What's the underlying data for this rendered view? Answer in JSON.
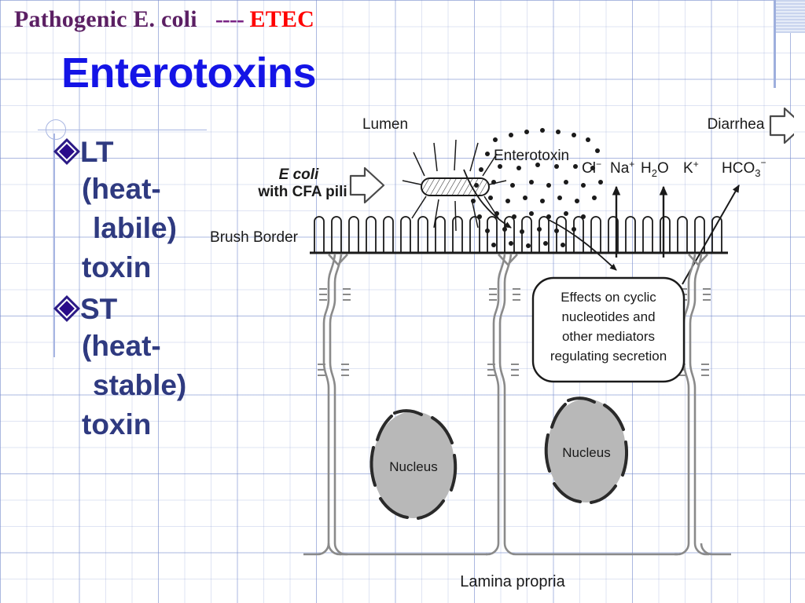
{
  "header": {
    "main": "Pathogenic E. coli",
    "dashes": "----",
    "accent": "ETEC",
    "main_color": "#5b1f63",
    "accent_color": "#ff0000"
  },
  "title": {
    "text": "Enterotoxins",
    "color": "#1414e6"
  },
  "bullets": [
    {
      "marker": "diamond-bullet",
      "label": "LT",
      "sub_line1": "(heat-",
      "sub_line2": "labile)",
      "sub_line3": "toxin"
    },
    {
      "marker": "diamond-bullet",
      "label": "ST",
      "sub_line1": "(heat-",
      "sub_line2": "stable)",
      "sub_line3": "toxin"
    }
  ],
  "figure": {
    "labels": {
      "lumen": "Lumen",
      "ecoli_line1": "E coli",
      "ecoli_line2": "with CFA pili",
      "enterotoxin": "Enterotoxin",
      "diarrhea": "Diarrhea",
      "brush_border": "Brush Border",
      "lamina_propria": "Lamina propria",
      "nucleus_left": "Nucleus",
      "nucleus_right": "Nucleus"
    },
    "ions": [
      {
        "name": "chloride",
        "text": "Cl",
        "sup": "−"
      },
      {
        "name": "sodium",
        "text": "Na",
        "sup": "+"
      },
      {
        "name": "water",
        "text": "H",
        "sub": "2",
        "tail": "O"
      },
      {
        "name": "potassium",
        "text": "K",
        "sup": "+"
      },
      {
        "name": "bicarbonate",
        "text": "HCO",
        "sub": "3",
        "sup": "−"
      }
    ],
    "effects_box": {
      "line1": "Effects on cyclic",
      "line2": "nucleotides and",
      "line3": "other mediators",
      "line4": "regulating secretion"
    },
    "colors": {
      "ink": "#1a1a1a",
      "nucleus_fill": "#b8b8b8",
      "membrane": "#8a8a8a"
    }
  }
}
